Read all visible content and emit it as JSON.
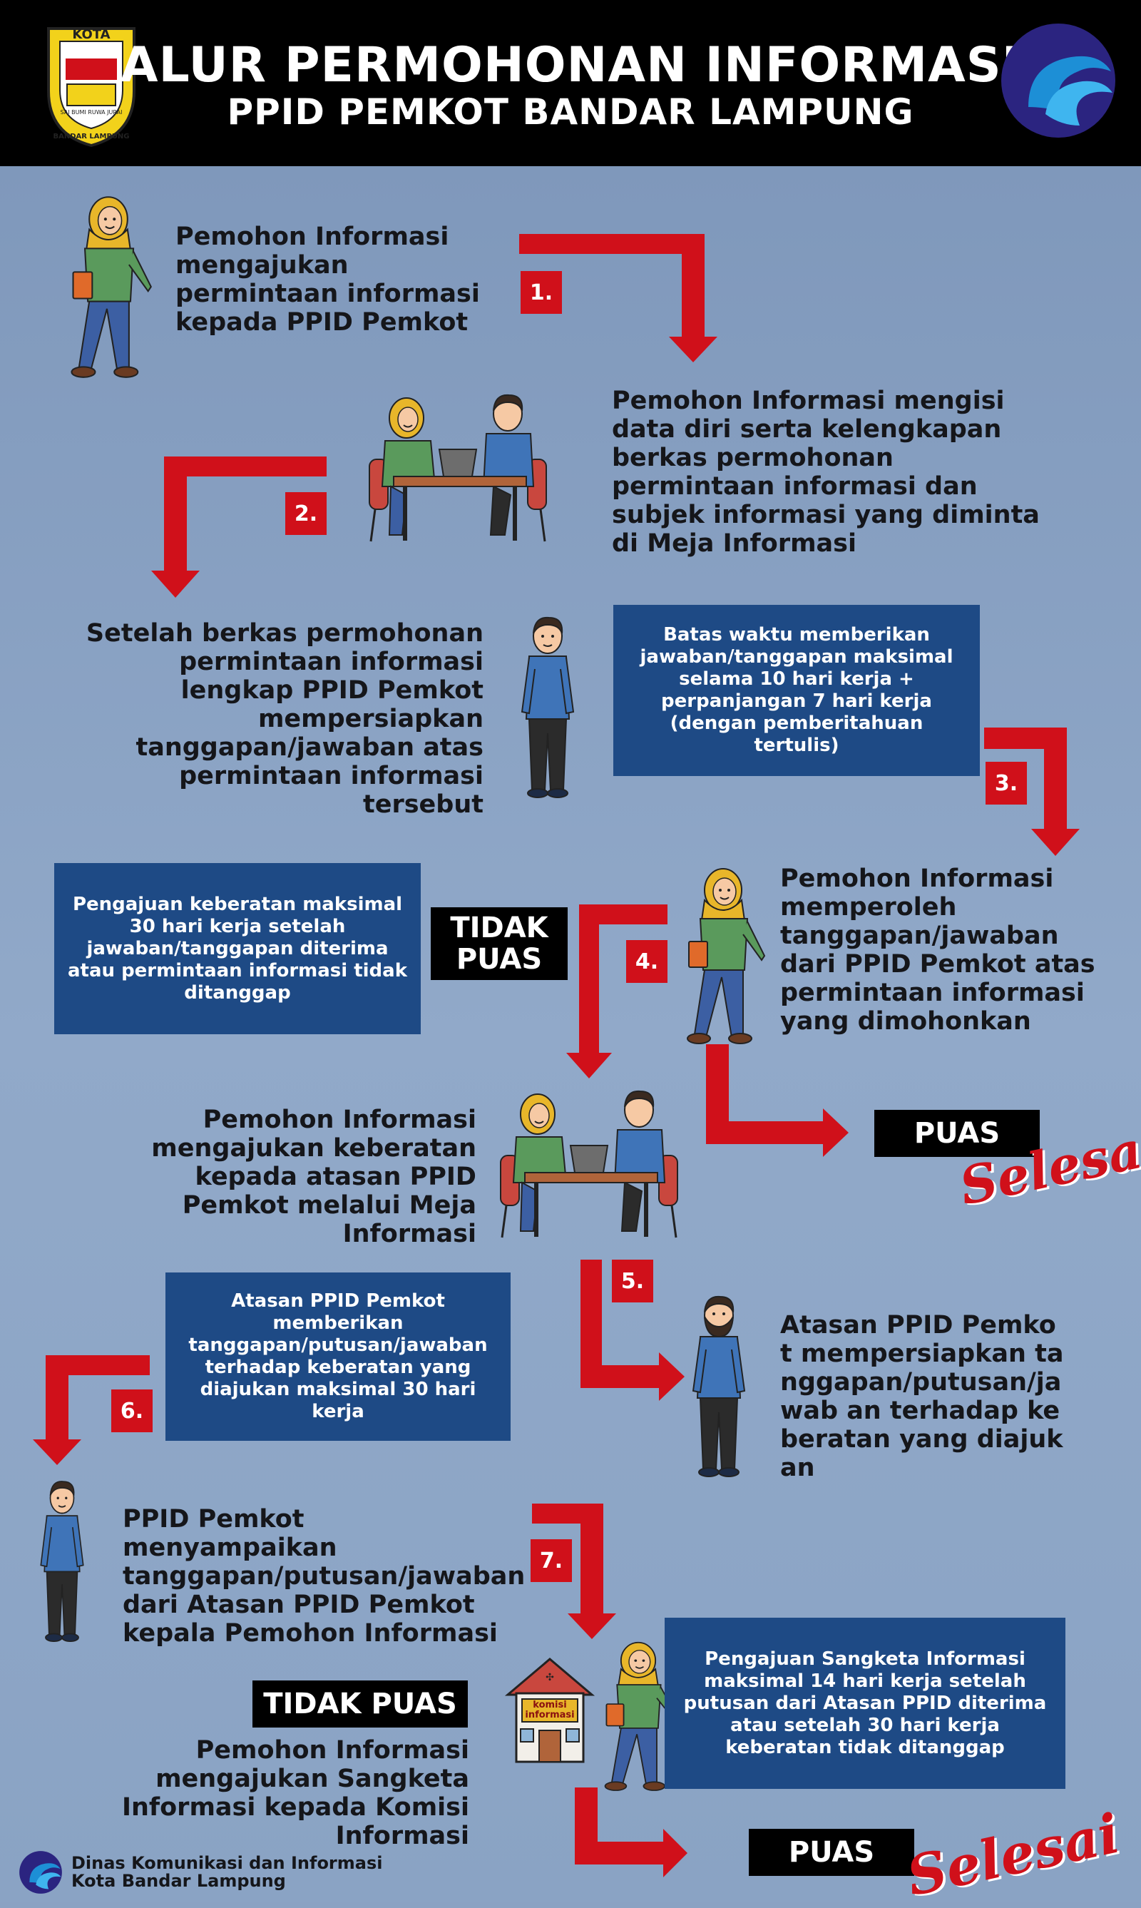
{
  "header": {
    "title_line1": "ALUR PERMOHONAN INFORMASI",
    "title_line2": "PPID PEMKOT BANDAR LAMPUNG",
    "logo_left_top": "KOTA",
    "logo_left_bottom": "BANDAR LAMPUNG",
    "logo_left_motto": "SAI BUMI RUWA JURAI"
  },
  "steps": [
    {
      "num": "1.",
      "text": "Pemohon Informasi mengajukan permintaan informasi kepada PPID Pemkot"
    },
    {
      "num": "2.",
      "text": "Pemohon Informasi mengisi data diri serta kelengkapan berkas permohonan permintaan informasi dan subjek informasi yang diminta di Meja Informasi"
    },
    {
      "num": "3.",
      "text": "Setelah berkas permohonan permintaan informasi lengkap PPID Pemkot mempersiapkan tanggapan/jawaban atas permintaan informasi tersebut"
    },
    {
      "num": "4.",
      "text": "Pemohon Informasi memperoleh tanggapan/jawaban dari PPID Pemkot atas permintaan informasi yang dimohonkan"
    },
    {
      "num": "5.",
      "text": "Pemohon Informasi mengajukan keberatan kepada atasan PPID Pemkot melalui Meja Informasi"
    },
    {
      "num": "6.",
      "text": "Atasan PPID Pemkot mempersiapkan tanggapan/putusan/jawab an terhadap keberatan yang diajukan"
    },
    {
      "num": "7.",
      "text": "PPID Pemkot menyampaikan tanggapan/putusan/jawaban dari Atasan PPID Pemkot kepala Pemohon Informasi"
    }
  ],
  "final_text": "Pemohon Informasi mengajukan Sangketa Informasi kepada Komisi Informasi",
  "notes": {
    "deadline_answer": "Batas waktu memberikan jawaban/tanggapan maksimal selama 10 hari kerja + perpanjangan 7 hari kerja (dengan pemberitahuan tertulis)",
    "objection_limit": "Pengajuan keberatan maksimal 30 hari kerja setelah jawaban/tanggapan diterima atau permintaan informasi tidak ditanggap",
    "superior_response": "Atasan PPID Pemkot memberikan tanggapan/putusan/jawaban terhadap keberatan yang diajukan maksimal 30 hari kerja",
    "dispute_limit": "Pengajuan Sangketa Informasi maksimal 14 hari kerja setelah putusan dari Atasan PPID diterima atau setelah 30 hari kerja keberatan tidak ditanggap"
  },
  "labels": {
    "tidak_puas_1_line1": "TIDAK",
    "tidak_puas_1_line2": "PUAS",
    "tidak_puas_2": "TIDAK PUAS",
    "puas": "PUAS",
    "selesai": "Selesai",
    "komisi_sign": "komisi informasi"
  },
  "footer": {
    "line1": "Dinas Komunikasi dan Informasi",
    "line2": "Kota Bandar Lampung"
  },
  "colors": {
    "background": "#8aa2c3",
    "header": "#000000",
    "arrow_red": "#d0101a",
    "note_box": "#1e4a85",
    "hijab": "#e8b62a",
    "shirt_green": "#5a9a5c",
    "shirt_blue": "#3f74b8"
  },
  "icons": [
    "city-emblem-icon",
    "kominfo-logo-icon",
    "woman-walking-icon",
    "meeting-desk-icon",
    "man-standing-icon",
    "bearded-man-icon",
    "komisi-informasi-building-icon"
  ]
}
